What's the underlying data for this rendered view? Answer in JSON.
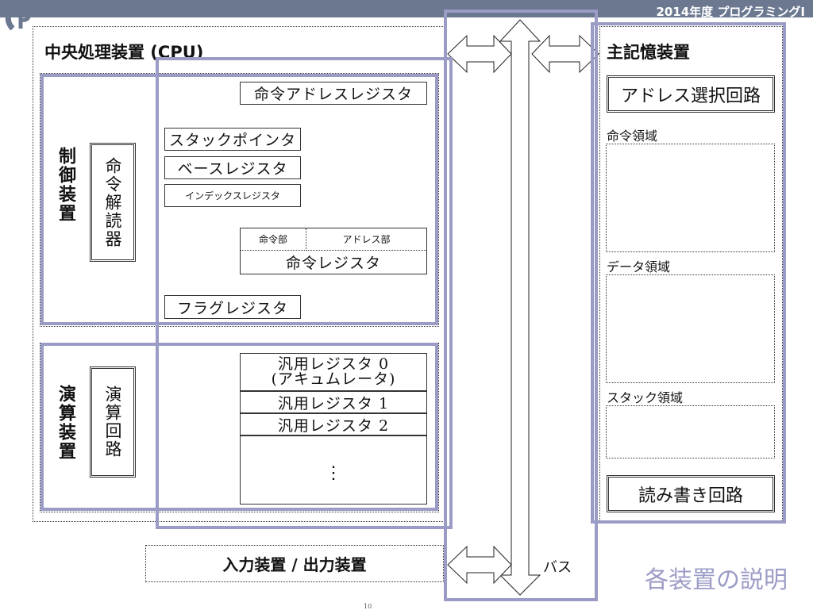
{
  "header": {
    "title": "2014年度 プログラミングI"
  },
  "colors": {
    "header_bar": "#6b7890",
    "highlight": "#9b9cc6"
  },
  "cpu": {
    "title": "中央処理装置 (CPU)",
    "control_unit": {
      "label": "制御装置",
      "decoder": "命令解読器",
      "registers": {
        "instruction_address": "命令アドレスレジスタ",
        "stack_pointer": "スタックポインタ",
        "base": "ベースレジスタ",
        "index": "インデックスレジスタ",
        "instruction_part": "命令部",
        "address_part": "アドレス部",
        "instruction": "命令レジスタ",
        "flag": "フラグレジスタ"
      }
    },
    "alu": {
      "label": "演算装置",
      "circuit": "演算回路",
      "gp0_line1": "汎用レジスタ 0",
      "gp0_line2": "(アキュムレータ)",
      "gp1": "汎用レジスタ 1",
      "gp2": "汎用レジスタ 2",
      "ellipsis": "⋮"
    }
  },
  "memory": {
    "title": "主記憶装置",
    "address_select": "アドレス選択回路",
    "instruction_area": "命令領域",
    "data_area": "データ領域",
    "stack_area": "スタック領域",
    "rw_circuit": "読み書き回路"
  },
  "io": {
    "label": "入力装置 / 出力装置"
  },
  "bus": {
    "label": "バス"
  },
  "footer": {
    "title": "各装置の説明",
    "page": "10"
  }
}
